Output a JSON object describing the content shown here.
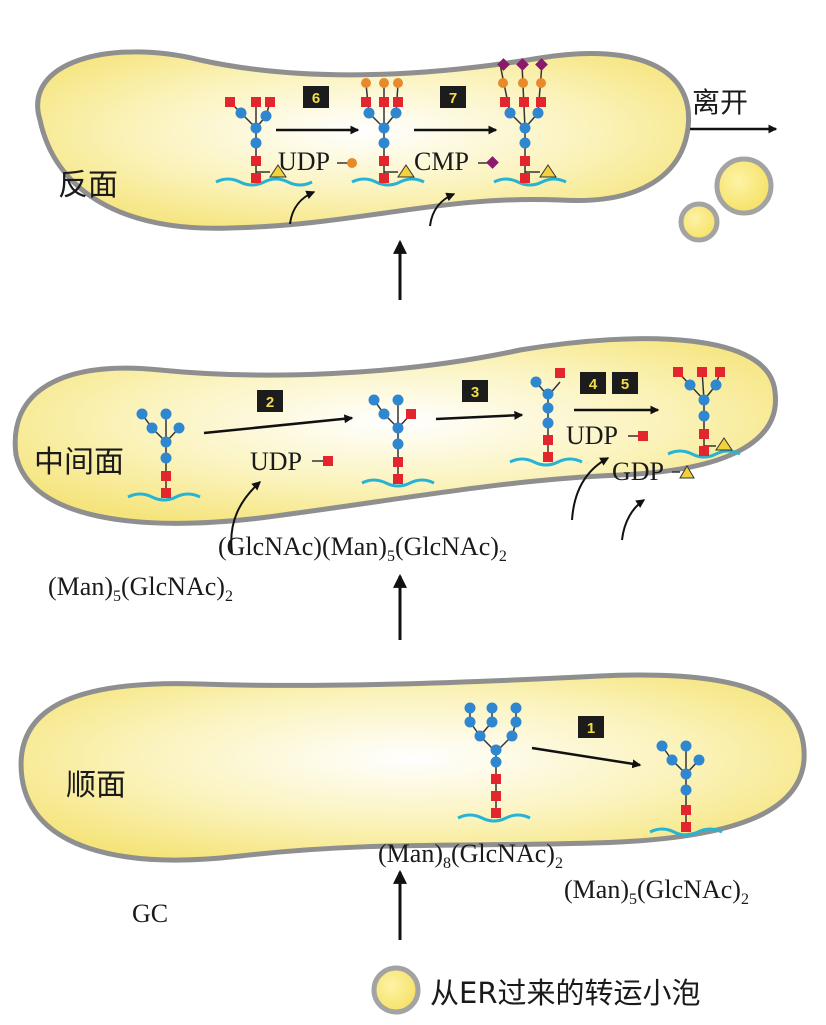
{
  "colors": {
    "cisterna_fill": "#f7e98a",
    "cisterna_edge": "#8f8f8f",
    "glcnac": "#e3262d",
    "mannose": "#2e87cf",
    "galactose": "#e88a2a",
    "sialic_acid": "#8b1a6b",
    "fucose": "#f2d13c",
    "protein_chain": "#27b4d4",
    "step_box": "#1c1c1c",
    "step_number": "#f3dd4a"
  },
  "compartments": {
    "trans": "反面",
    "medial": "中间面",
    "cis": "顺面"
  },
  "steps": [
    "1",
    "2",
    "3",
    "4",
    "5",
    "6",
    "7"
  ],
  "donors": {
    "udp_1": "UDP",
    "udp_2": "UDP",
    "udp_3": "UDP",
    "gdp": "GDP",
    "cmp": "CMP"
  },
  "labels": {
    "leave": "离开",
    "gc": "GC",
    "transport_vesicle": "从ER过来的转运小泡"
  },
  "structures": {
    "man8": {
      "a": "(Man)",
      "s1": "8",
      "b": "(GlcNAc)",
      "s2": "2"
    },
    "man5_cis": {
      "a": "(Man)",
      "s1": "5",
      "b": "(GlcNAc)",
      "s2": "2"
    },
    "man5_medial": {
      "a": "(Man)",
      "s1": "5",
      "b": "(GlcNAc)",
      "s2": "2"
    },
    "glcnac_man5": {
      "a": "(GlcNAc)(Man)",
      "s1": "5",
      "b": "(GlcNAc)",
      "s2": "2"
    }
  }
}
